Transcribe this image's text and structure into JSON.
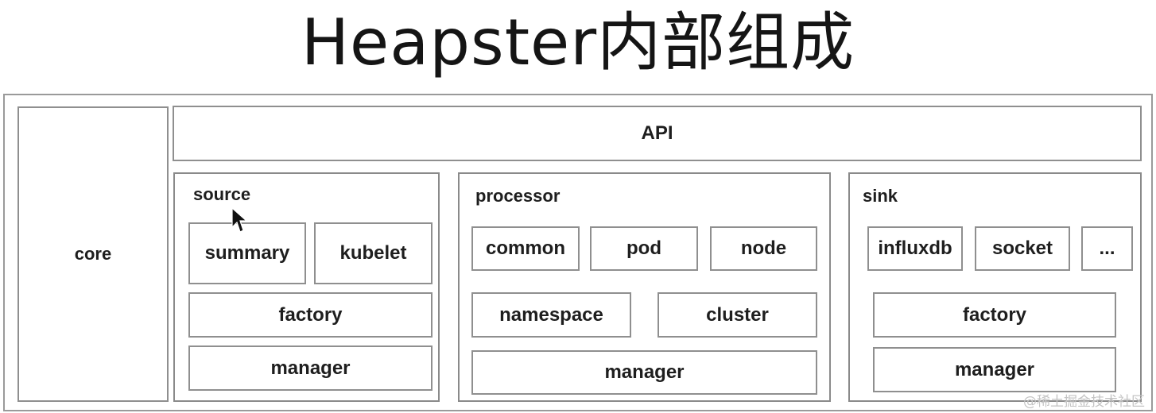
{
  "title": "Heapster内部组成",
  "core_label": "core",
  "api_label": "API",
  "source": {
    "label": "source",
    "items": [
      "summary",
      "kubelet"
    ],
    "factory_label": "factory",
    "manager_label": "manager"
  },
  "processor": {
    "label": "processor",
    "row1": [
      "common",
      "pod",
      "node"
    ],
    "row2": [
      "namespace",
      "cluster"
    ],
    "manager_label": "manager"
  },
  "sink": {
    "label": "sink",
    "items": [
      "influxdb",
      "socket",
      "..."
    ],
    "factory_label": "factory",
    "manager_label": "manager"
  },
  "watermark": "@稀土掘金技术社区"
}
